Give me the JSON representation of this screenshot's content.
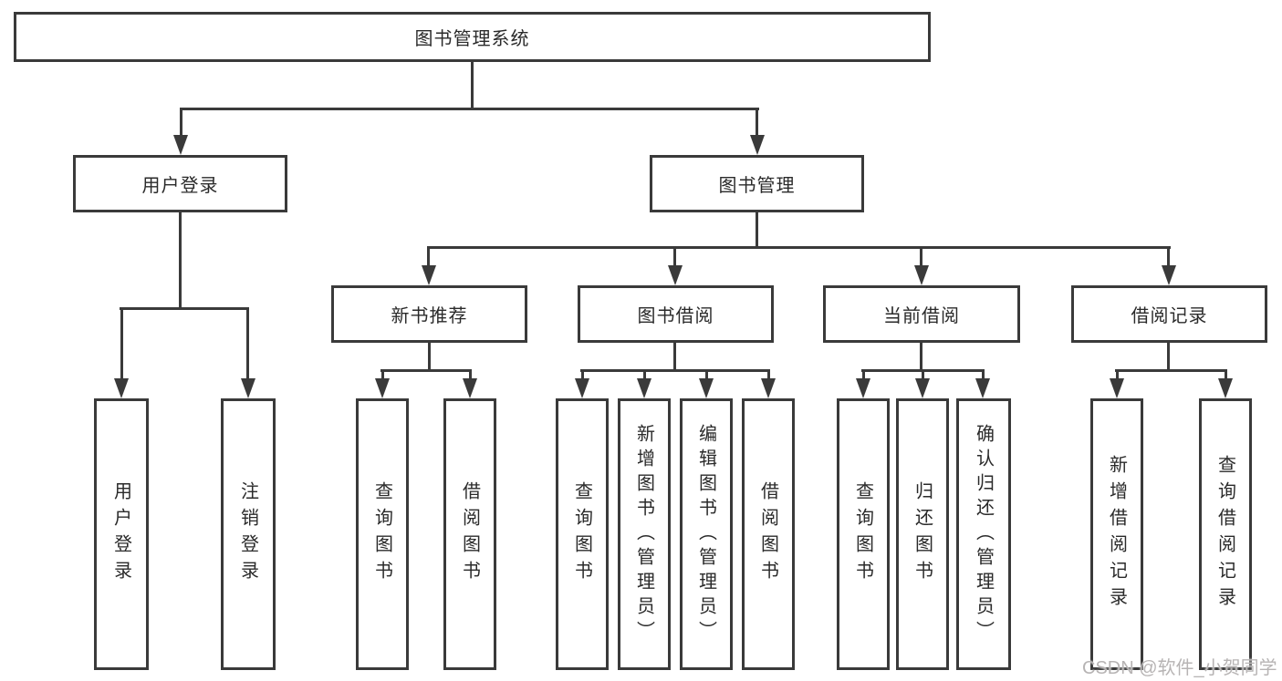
{
  "diagram": {
    "title": "图书管理系统",
    "root": {
      "label": "图书管理系统"
    },
    "branches": {
      "user_login": {
        "label": "用户登录"
      },
      "book_mgmt": {
        "label": "图书管理"
      }
    },
    "modules": {
      "new_book": {
        "label": "新书推荐"
      },
      "borrow": {
        "label": "图书借阅"
      },
      "current": {
        "label": "当前借阅"
      },
      "records": {
        "label": "借阅记录"
      }
    },
    "leaves": {
      "user_login_leaf": "用户登录",
      "logout_leaf": "注销登录",
      "new_book_query": "查询图书",
      "new_book_borrow": "借阅图书",
      "borrow_query": "查询图书",
      "borrow_add": "新增图书（管理员）",
      "borrow_edit": "编辑图书（管理员）",
      "borrow_leaf": "借阅图书",
      "current_query": "查询图书",
      "current_return": "归还图书",
      "current_confirm": "确认归还（管理员）",
      "records_add": "新增借阅记录",
      "records_query": "查询借阅记录"
    },
    "watermark": "CSDN @软件_小贺同学",
    "colors": {
      "line": "#3a3a3a",
      "text": "#2a2a2a",
      "box_background": "#ffffff",
      "watermark": "#b7b4b4"
    }
  }
}
